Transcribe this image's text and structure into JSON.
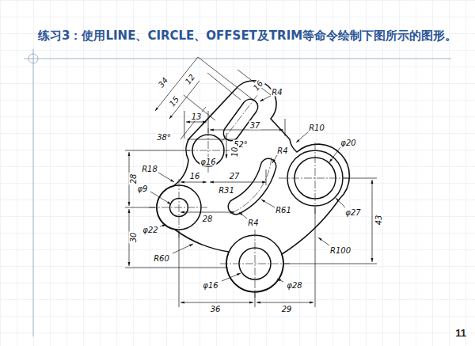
{
  "diagram": {
    "title": "练习3：使用LINE、CIRCLE、OFFSET及TRIM等命令绘制下图所示的图形。",
    "labels": [
      "34",
      "15",
      "12",
      "16",
      "R4",
      "37",
      "R10",
      "φ20",
      "13",
      "38°",
      "52°",
      "10",
      "φ16",
      "R4",
      "28",
      "R18",
      "16",
      "27",
      "R31",
      "φ9",
      "R61",
      "φ27",
      "43",
      "28",
      "R4",
      "φ22",
      "30",
      "R60",
      "R100",
      "φ16",
      "φ28",
      "36",
      "29",
      "11"
    ]
  }
}
